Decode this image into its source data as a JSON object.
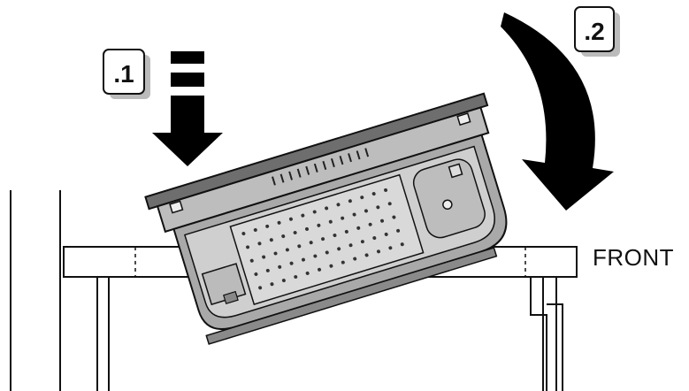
{
  "steps": [
    {
      "label": ".1"
    },
    {
      "label": ".2"
    }
  ],
  "front_label": "FRONT",
  "colors": {
    "appliance_fill": "#a9a9a9",
    "appliance_inner": "#d3d3d3",
    "worktop_fill": "#ffffff",
    "outline": "#111111",
    "arrow": "#000000"
  }
}
